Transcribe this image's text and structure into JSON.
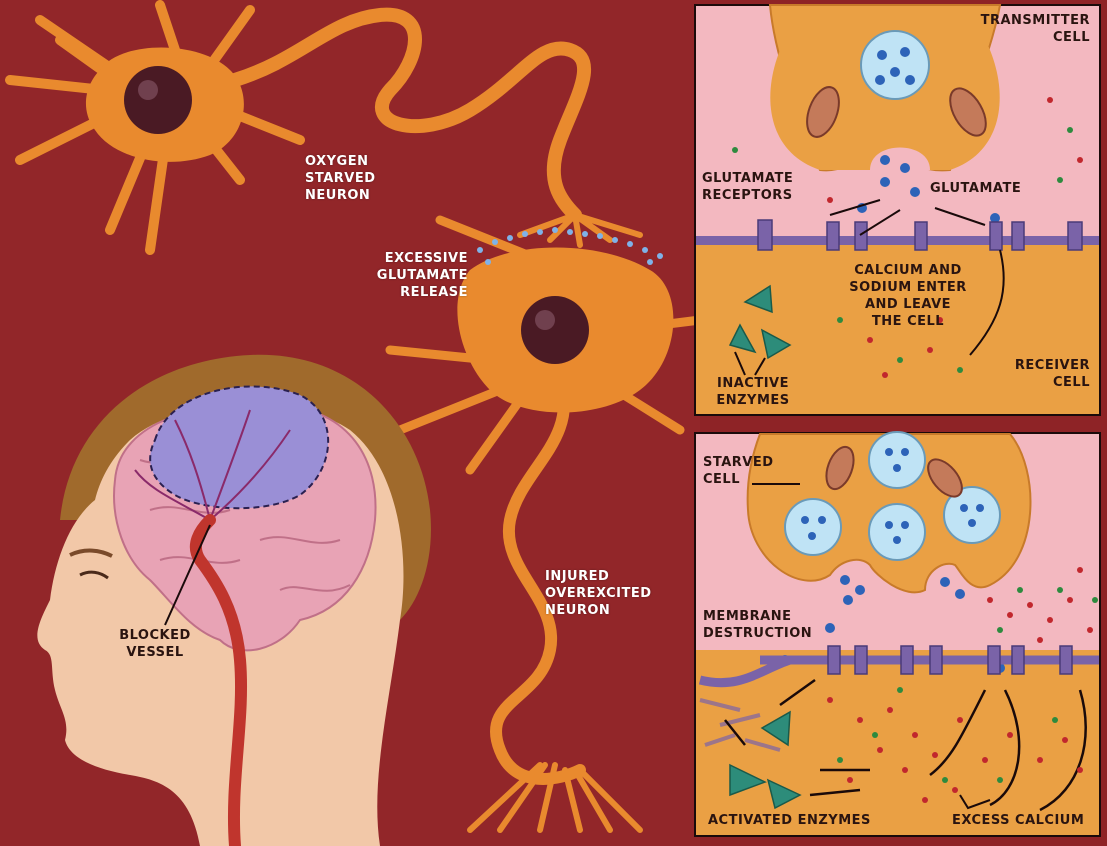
{
  "labels": {
    "oxygen_starved_neuron": "OXYGEN\nSTARVED\nNEURON",
    "excessive_glutamate_release": "EXCESSIVE\nGLUTAMATE\nRELEASE",
    "injured_overexcited_neuron": "INJURED\nOVEREXCITED\nNEURON",
    "blocked_vessel": "BLOCKED\nVESSEL",
    "transmitter_cell": "TRANSMITTER\nCELL",
    "glutamate_receptors": "GLUTAMATE\nRECEPTORS",
    "glutamate": "GLUTAMATE",
    "calcium_sodium": "CALCIUM AND\nSODIUM ENTER\nAND LEAVE\nTHE CELL",
    "receiver_cell": "RECEIVER\nCELL",
    "inactive_enzymes": "INACTIVE\nENZYMES",
    "starved_cell": "STARVED\nCELL",
    "membrane_destruction": "MEMBRANE\nDESTRUCTION",
    "activated_enzymes": "ACTIVATED ENZYMES",
    "excess_calcium": "EXCESS CALCIUM"
  },
  "colors": {
    "background": "#8e2326",
    "neuron": "#e98a2e",
    "nucleus": "#4a1a24",
    "panel_pink": "#f3b8c0",
    "panel_orange": "#eaa044",
    "membrane": "#7a63a8",
    "vesicle": "#bfe3f5",
    "glutamate_dot": "#2d63b8",
    "calcium_dot": "#c1272d",
    "sodium_dot": "#2e8a3e",
    "enzyme": "#2d8c7a",
    "brain": "#e8a3b5",
    "brain_region": "#9a8fd6",
    "skin": "#f2c8a8",
    "hair": "#a06a2c",
    "artery": "#c0352d"
  }
}
